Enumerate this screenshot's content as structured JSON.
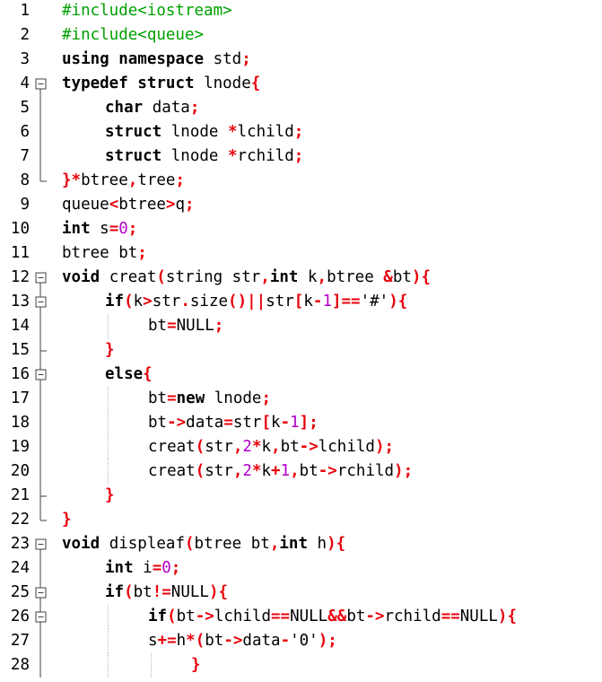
{
  "editor": {
    "colors": {
      "keyword": "#000000",
      "operator": "#e8000a",
      "preprocessor": "#00a000",
      "number": "#b000c8",
      "fold_marker": "#404040"
    },
    "lines": [
      {
        "n": "1",
        "fold": "",
        "indent": 0,
        "tokens": [
          {
            "t": "p",
            "v": "#include<iostream>"
          }
        ]
      },
      {
        "n": "2",
        "fold": "",
        "indent": 0,
        "tokens": [
          {
            "t": "p",
            "v": "#include<queue>"
          }
        ]
      },
      {
        "n": "3",
        "fold": "",
        "indent": 0,
        "tokens": [
          {
            "t": "k",
            "v": "using"
          },
          {
            "t": "n",
            "v": " "
          },
          {
            "t": "k",
            "v": "namespace"
          },
          {
            "t": "n",
            "v": " std"
          },
          {
            "t": "o",
            "v": ";"
          }
        ]
      },
      {
        "n": "4",
        "fold": "open",
        "indent": 0,
        "tokens": [
          {
            "t": "k",
            "v": "typedef"
          },
          {
            "t": "n",
            "v": " "
          },
          {
            "t": "k",
            "v": "struct"
          },
          {
            "t": "n",
            "v": " lnode"
          },
          {
            "t": "o",
            "v": "{"
          }
        ]
      },
      {
        "n": "5",
        "fold": "line",
        "indent": 1,
        "tokens": [
          {
            "t": "k",
            "v": "char"
          },
          {
            "t": "n",
            "v": " data"
          },
          {
            "t": "o",
            "v": ";"
          }
        ]
      },
      {
        "n": "6",
        "fold": "line",
        "indent": 1,
        "tokens": [
          {
            "t": "k",
            "v": "struct"
          },
          {
            "t": "n",
            "v": " lnode "
          },
          {
            "t": "o",
            "v": "*"
          },
          {
            "t": "n",
            "v": "lchild"
          },
          {
            "t": "o",
            "v": ";"
          }
        ]
      },
      {
        "n": "7",
        "fold": "line",
        "indent": 1,
        "tokens": [
          {
            "t": "k",
            "v": "struct"
          },
          {
            "t": "n",
            "v": " lnode "
          },
          {
            "t": "o",
            "v": "*"
          },
          {
            "t": "n",
            "v": "rchild"
          },
          {
            "t": "o",
            "v": ";"
          }
        ]
      },
      {
        "n": "8",
        "fold": "end",
        "indent": 0,
        "tokens": [
          {
            "t": "o",
            "v": "}*"
          },
          {
            "t": "n",
            "v": "btree"
          },
          {
            "t": "o",
            "v": ","
          },
          {
            "t": "n",
            "v": "tree"
          },
          {
            "t": "o",
            "v": ";"
          }
        ]
      },
      {
        "n": "9",
        "fold": "",
        "indent": 0,
        "tokens": [
          {
            "t": "n",
            "v": "queue"
          },
          {
            "t": "o",
            "v": "<"
          },
          {
            "t": "n",
            "v": "btree"
          },
          {
            "t": "o",
            "v": ">"
          },
          {
            "t": "n",
            "v": "q"
          },
          {
            "t": "o",
            "v": ";"
          }
        ]
      },
      {
        "n": "10",
        "fold": "",
        "indent": 0,
        "tokens": [
          {
            "t": "k",
            "v": "int"
          },
          {
            "t": "n",
            "v": " s"
          },
          {
            "t": "o",
            "v": "="
          },
          {
            "t": "num",
            "v": "0"
          },
          {
            "t": "o",
            "v": ";"
          }
        ]
      },
      {
        "n": "11",
        "fold": "",
        "indent": 0,
        "tokens": [
          {
            "t": "n",
            "v": "btree bt"
          },
          {
            "t": "o",
            "v": ";"
          }
        ]
      },
      {
        "n": "12",
        "fold": "open",
        "indent": 0,
        "tokens": [
          {
            "t": "k",
            "v": "void"
          },
          {
            "t": "n",
            "v": " creat"
          },
          {
            "t": "o",
            "v": "("
          },
          {
            "t": "n",
            "v": "string str"
          },
          {
            "t": "o",
            "v": ","
          },
          {
            "t": "k",
            "v": "int"
          },
          {
            "t": "n",
            "v": " k"
          },
          {
            "t": "o",
            "v": ","
          },
          {
            "t": "n",
            "v": "btree "
          },
          {
            "t": "o",
            "v": "&"
          },
          {
            "t": "n",
            "v": "bt"
          },
          {
            "t": "o",
            "v": "){"
          }
        ]
      },
      {
        "n": "13",
        "fold": "open",
        "indent": 1,
        "tokens": [
          {
            "t": "k",
            "v": "if"
          },
          {
            "t": "o",
            "v": "("
          },
          {
            "t": "n",
            "v": "k"
          },
          {
            "t": "o",
            "v": ">"
          },
          {
            "t": "n",
            "v": "str"
          },
          {
            "t": "o",
            "v": "."
          },
          {
            "t": "n",
            "v": "size"
          },
          {
            "t": "o",
            "v": "()||"
          },
          {
            "t": "n",
            "v": "str"
          },
          {
            "t": "o",
            "v": "["
          },
          {
            "t": "n",
            "v": "k"
          },
          {
            "t": "o",
            "v": "-"
          },
          {
            "t": "num",
            "v": "1"
          },
          {
            "t": "o",
            "v": "]=="
          },
          {
            "t": "s",
            "v": "'#'"
          },
          {
            "t": "o",
            "v": "){"
          }
        ]
      },
      {
        "n": "14",
        "fold": "line",
        "indent": 2,
        "tokens": [
          {
            "t": "n",
            "v": "bt"
          },
          {
            "t": "o",
            "v": "="
          },
          {
            "t": "n",
            "v": "NULL"
          },
          {
            "t": "o",
            "v": ";"
          }
        ]
      },
      {
        "n": "15",
        "fold": "end-inner",
        "indent": 1,
        "tokens": [
          {
            "t": "o",
            "v": "}"
          }
        ]
      },
      {
        "n": "16",
        "fold": "open",
        "indent": 1,
        "tokens": [
          {
            "t": "k",
            "v": "else"
          },
          {
            "t": "o",
            "v": "{"
          }
        ]
      },
      {
        "n": "17",
        "fold": "line",
        "indent": 2,
        "tokens": [
          {
            "t": "n",
            "v": "bt"
          },
          {
            "t": "o",
            "v": "="
          },
          {
            "t": "k",
            "v": "new"
          },
          {
            "t": "n",
            "v": " lnode"
          },
          {
            "t": "o",
            "v": ";"
          }
        ]
      },
      {
        "n": "18",
        "fold": "line",
        "indent": 2,
        "tokens": [
          {
            "t": "n",
            "v": "bt"
          },
          {
            "t": "o",
            "v": "->"
          },
          {
            "t": "n",
            "v": "data"
          },
          {
            "t": "o",
            "v": "="
          },
          {
            "t": "n",
            "v": "str"
          },
          {
            "t": "o",
            "v": "["
          },
          {
            "t": "n",
            "v": "k"
          },
          {
            "t": "o",
            "v": "-"
          },
          {
            "t": "num",
            "v": "1"
          },
          {
            "t": "o",
            "v": "];"
          }
        ]
      },
      {
        "n": "19",
        "fold": "line",
        "indent": 2,
        "tokens": [
          {
            "t": "n",
            "v": "creat"
          },
          {
            "t": "o",
            "v": "("
          },
          {
            "t": "n",
            "v": "str"
          },
          {
            "t": "o",
            "v": ","
          },
          {
            "t": "num",
            "v": "2"
          },
          {
            "t": "o",
            "v": "*"
          },
          {
            "t": "n",
            "v": "k"
          },
          {
            "t": "o",
            "v": ","
          },
          {
            "t": "n",
            "v": "bt"
          },
          {
            "t": "o",
            "v": "->"
          },
          {
            "t": "n",
            "v": "lchild"
          },
          {
            "t": "o",
            "v": ");"
          }
        ]
      },
      {
        "n": "20",
        "fold": "line",
        "indent": 2,
        "tokens": [
          {
            "t": "n",
            "v": "creat"
          },
          {
            "t": "o",
            "v": "("
          },
          {
            "t": "n",
            "v": "str"
          },
          {
            "t": "o",
            "v": ","
          },
          {
            "t": "num",
            "v": "2"
          },
          {
            "t": "o",
            "v": "*"
          },
          {
            "t": "n",
            "v": "k"
          },
          {
            "t": "o",
            "v": "+"
          },
          {
            "t": "num",
            "v": "1"
          },
          {
            "t": "o",
            "v": ","
          },
          {
            "t": "n",
            "v": "bt"
          },
          {
            "t": "o",
            "v": "->"
          },
          {
            "t": "n",
            "v": "rchild"
          },
          {
            "t": "o",
            "v": ");"
          }
        ]
      },
      {
        "n": "21",
        "fold": "end-inner",
        "indent": 1,
        "tokens": [
          {
            "t": "o",
            "v": "}"
          }
        ]
      },
      {
        "n": "22",
        "fold": "end",
        "indent": 0,
        "tokens": [
          {
            "t": "o",
            "v": "}"
          }
        ]
      },
      {
        "n": "23",
        "fold": "open",
        "indent": 0,
        "tokens": [
          {
            "t": "k",
            "v": "void"
          },
          {
            "t": "n",
            "v": " displeaf"
          },
          {
            "t": "o",
            "v": "("
          },
          {
            "t": "n",
            "v": "btree bt"
          },
          {
            "t": "o",
            "v": ","
          },
          {
            "t": "k",
            "v": "int"
          },
          {
            "t": "n",
            "v": " h"
          },
          {
            "t": "o",
            "v": "){"
          }
        ]
      },
      {
        "n": "24",
        "fold": "line",
        "indent": 1,
        "tokens": [
          {
            "t": "k",
            "v": "int"
          },
          {
            "t": "n",
            "v": " i"
          },
          {
            "t": "o",
            "v": "="
          },
          {
            "t": "num",
            "v": "0"
          },
          {
            "t": "o",
            "v": ";"
          }
        ]
      },
      {
        "n": "25",
        "fold": "open",
        "indent": 1,
        "tokens": [
          {
            "t": "k",
            "v": "if"
          },
          {
            "t": "o",
            "v": "("
          },
          {
            "t": "n",
            "v": "bt"
          },
          {
            "t": "o",
            "v": "!="
          },
          {
            "t": "n",
            "v": "NULL"
          },
          {
            "t": "o",
            "v": "){"
          }
        ]
      },
      {
        "n": "26",
        "fold": "open",
        "indent": 2,
        "tokens": [
          {
            "t": "k",
            "v": "if"
          },
          {
            "t": "o",
            "v": "("
          },
          {
            "t": "n",
            "v": "bt"
          },
          {
            "t": "o",
            "v": "->"
          },
          {
            "t": "n",
            "v": "lchild"
          },
          {
            "t": "o",
            "v": "=="
          },
          {
            "t": "n",
            "v": "NULL"
          },
          {
            "t": "o",
            "v": "&&"
          },
          {
            "t": "n",
            "v": "bt"
          },
          {
            "t": "o",
            "v": "->"
          },
          {
            "t": "n",
            "v": "rchild"
          },
          {
            "t": "o",
            "v": "=="
          },
          {
            "t": "n",
            "v": "NULL"
          },
          {
            "t": "o",
            "v": "){"
          }
        ]
      },
      {
        "n": "27",
        "fold": "line",
        "indent": 2,
        "tokens": [
          {
            "t": "n",
            "v": "s"
          },
          {
            "t": "o",
            "v": "+="
          },
          {
            "t": "n",
            "v": "h"
          },
          {
            "t": "o",
            "v": "*("
          },
          {
            "t": "n",
            "v": "bt"
          },
          {
            "t": "o",
            "v": "->"
          },
          {
            "t": "n",
            "v": "data"
          },
          {
            "t": "o",
            "v": "-"
          },
          {
            "t": "s",
            "v": "'0'"
          },
          {
            "t": "o",
            "v": ");"
          }
        ]
      },
      {
        "n": "28",
        "fold": "line",
        "indent": 3,
        "tokens": [
          {
            "t": "o",
            "v": "}"
          }
        ]
      }
    ]
  }
}
